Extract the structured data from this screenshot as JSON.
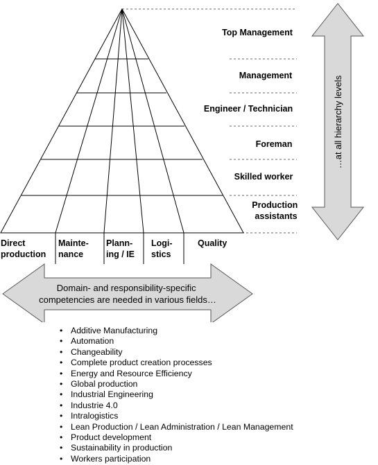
{
  "hierarchy_levels": [
    {
      "lines": [
        "Top Management"
      ]
    },
    {
      "lines": [
        "Management"
      ]
    },
    {
      "lines": [
        "Engineer / Technician"
      ]
    },
    {
      "lines": [
        "Foreman"
      ]
    },
    {
      "lines": [
        "Skilled worker"
      ]
    },
    {
      "lines": [
        "Production",
        "assistants"
      ]
    }
  ],
  "vertical_arrow_label": "…at all hierarchy levels",
  "fields": [
    {
      "lines": [
        "Direct",
        "production"
      ]
    },
    {
      "lines": [
        "Mainte-",
        "nance"
      ]
    },
    {
      "lines": [
        "Plann-",
        "ing / IE"
      ]
    },
    {
      "lines": [
        "Logi-",
        "stics"
      ]
    },
    {
      "lines": [
        "Quality"
      ]
    }
  ],
  "horizontal_arrow_label": [
    "Domain- and responsibility-specific",
    "competencies are needed in various fields…"
  ],
  "topics": [
    "Additive Manufacturing",
    "Automation",
    "Changeability",
    "Complete product creation processes",
    "Energy and Resource Efficiency",
    "Global production",
    "Industrial Engineering",
    "Industrie 4.0",
    "Intralogistics",
    "Lean Production / Lean Administration / Lean Management",
    "Product development",
    "Sustainability in production",
    "Workers participation"
  ],
  "colors": {
    "arrow_fill": "#d9d9d9",
    "arrow_stroke": "#555555",
    "line": "#000000",
    "dashed": "#666666"
  }
}
